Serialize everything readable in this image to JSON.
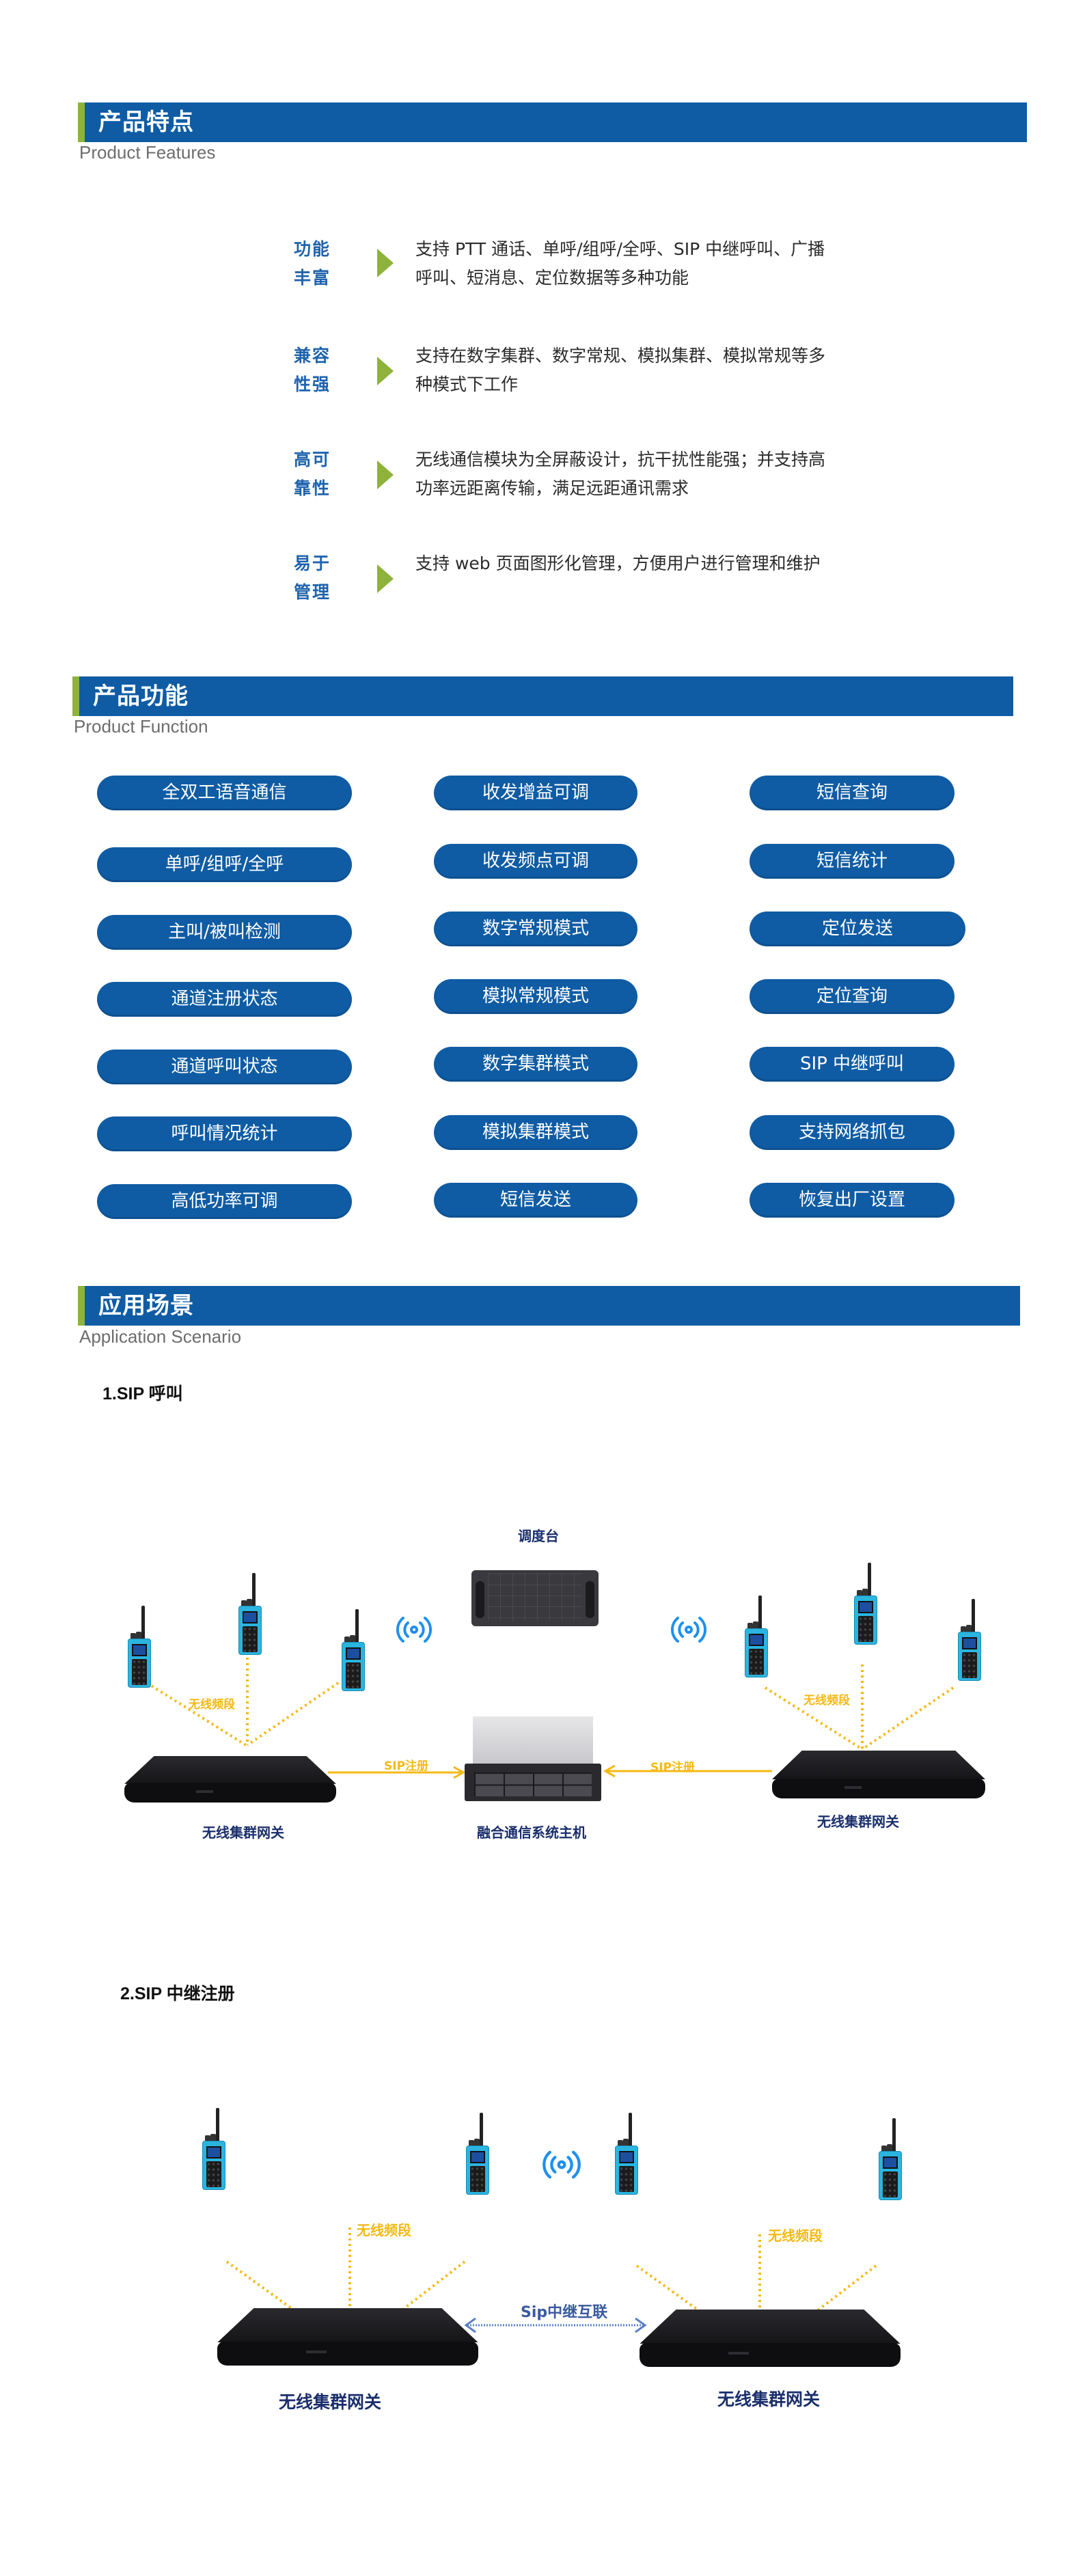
{
  "sections": {
    "features": {
      "title": "产品特点",
      "subtitle": "Product Features",
      "items": [
        {
          "label_line1": "功能",
          "label_line2": "丰富",
          "desc": "支持 PTT 通话、单呼/组呼/全呼、SIP 中继呼叫、广播呼叫、短消息、定位数据等多种功能"
        },
        {
          "label_line1": "兼容",
          "label_line2": "性强",
          "desc": "支持在数字集群、数字常规、模拟集群、模拟常规等多种模式下工作"
        },
        {
          "label_line1": "高可",
          "label_line2": "靠性",
          "desc": "无线通信模块为全屏蔽设计，抗干扰性能强；并支持高功率远距离传输，满足远距通讯需求"
        },
        {
          "label_line1": "易于",
          "label_line2": "管理",
          "desc": "支持 web 页面图形化管理，方便用户进行管理和维护"
        }
      ]
    },
    "functions": {
      "title": "产品功能",
      "subtitle": "Product Function",
      "columns": [
        [
          "全双工语音通信",
          "单呼/组呼/全呼",
          "主叫/被叫检测",
          "通道注册状态",
          "通道呼叫状态",
          "呼叫情况统计",
          "高低功率可调"
        ],
        [
          "收发增益可调",
          "收发频点可调",
          "数字常规模式",
          "模拟常规模式",
          "数字集群模式",
          "模拟集群模式",
          "短信发送"
        ],
        [
          "短信查询",
          "短信统计",
          "定位发送",
          "定位查询",
          "SIP 中继呼叫",
          "支持网络抓包",
          "恢复出厂设置"
        ]
      ]
    },
    "scenarios": {
      "title": "应用场景",
      "subtitle": "Application Scenario",
      "scenario1": {
        "title": "1.SIP 呼叫",
        "console_label": "调度台",
        "server_label": "融合通信系统主机",
        "left_gateway_label": "无线集群网关",
        "right_gateway_label": "无线集群网关",
        "left_band_label": "无线频段",
        "right_band_label": "无线频段",
        "left_link_label": "SIP注册",
        "right_link_label": "SIP注册"
      },
      "scenario2": {
        "title": "2.SIP 中继注册",
        "left_gateway_label": "无线集群网关",
        "right_gateway_label": "无线集群网关",
        "left_band_label": "无线频段",
        "right_band_label": "无线频段",
        "link_label": "Sip中继互联"
      }
    }
  },
  "colors": {
    "header_blue": "#0f5ca4",
    "accent_green": "#8db33a",
    "label_blue": "#1f63ad",
    "link_yellow": "#f5b914",
    "diagram_navy": "#1a2e6b"
  }
}
